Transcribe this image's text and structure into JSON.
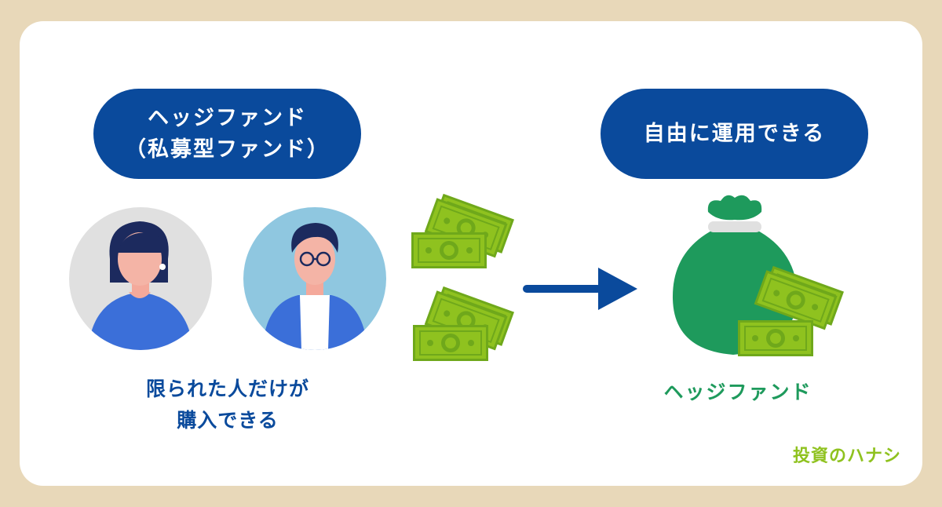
{
  "left_pill": {
    "line1": "ヘッジファンド",
    "line2": "（私募型ファンド）"
  },
  "right_pill": {
    "text": "自由に運用できる"
  },
  "left_caption": {
    "line1": "限られた人だけが",
    "line2": "購入できる"
  },
  "right_caption": {
    "text": "ヘッジファンド"
  },
  "brand": {
    "text": "投資のハナシ"
  },
  "colors": {
    "navy": "#0a4a9c",
    "bag_green": "#1e9a5c",
    "money_green": "#8fc21f",
    "background": "#e8d8b9"
  },
  "icons": [
    "woman-avatar-icon",
    "man-avatar-icon",
    "cash-stack-icon",
    "arrow-right-icon",
    "money-bag-icon"
  ]
}
